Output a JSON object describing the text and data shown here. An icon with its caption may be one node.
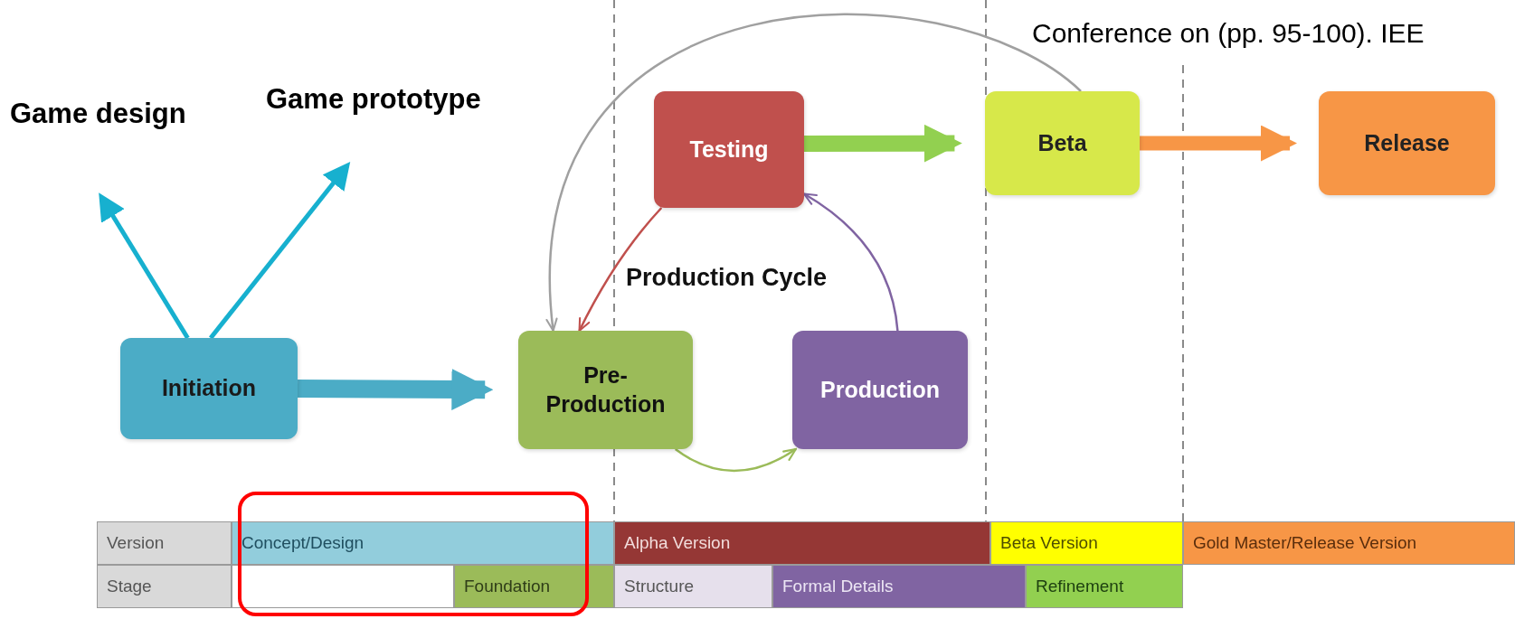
{
  "diagram": {
    "nodes": [
      {
        "text": [
          "Game design"
        ]
      },
      {
        "text": [
          "Game prototype"
        ]
      },
      {
        "text": [
          "Testing"
        ]
      },
      {
        "text": [
          "Beta"
        ]
      },
      {
        "text": [
          "Release"
        ]
      },
      {
        "text": [
          "Initiation"
        ]
      },
      {
        "text": [
          "Pre- Production"
        ]
      },
      {
        "text": [
          "Production"
        ]
      }
    ],
    "edges": [
      {
        "from": 5,
        "to": 0,
        "arrow": "to",
        "color": "#17b0cf"
      },
      {
        "from": 5,
        "to": 1,
        "arrow": "to",
        "color": "#17b0cf"
      },
      {
        "from": 5,
        "to": 6,
        "arrow": "to",
        "style": "thick",
        "color": "#4bacc6"
      },
      {
        "from": 2,
        "to": 3,
        "arrow": "to",
        "style": "thick",
        "color": "#92d050"
      },
      {
        "from": 3,
        "to": 4,
        "arrow": "to",
        "style": "thick",
        "color": "#f79646"
      },
      {
        "from": 2,
        "to": 6,
        "arrow": "to",
        "color": "#c0504d"
      },
      {
        "from": 7,
        "to": 2,
        "arrow": "to",
        "color": "#8064a2"
      },
      {
        "from": 6,
        "to": 7,
        "arrow": "to",
        "color": "#9bbb59"
      },
      {
        "from": 3,
        "to": 6,
        "arrow": "to",
        "color": "#a0a0a0"
      }
    ],
    "labels": [
      "Conference on (pp. 95-100). IEE",
      "Production Cycle",
      "Version",
      "Concept/Design",
      "Alpha Version",
      "Beta Version",
      "Gold Master/Release Version",
      "Stage",
      "Foundation",
      "Structure",
      "Formal Details",
      "Refinement"
    ]
  }
}
